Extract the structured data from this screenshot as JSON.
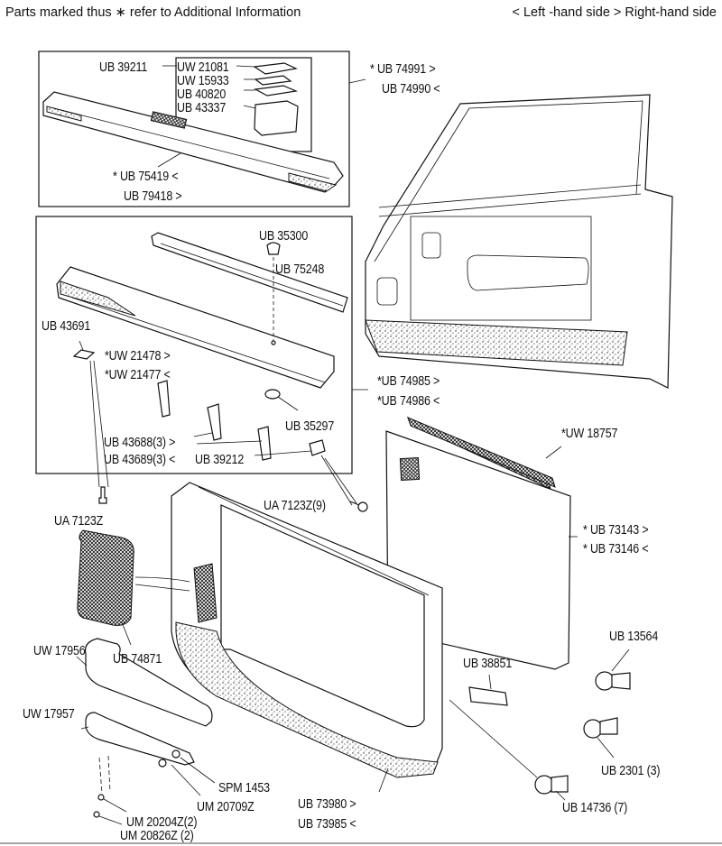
{
  "header": {
    "note": "Parts marked thus ∗ refer to Additional Information",
    "legend": "< Left -hand side   > Right-hand side"
  },
  "groups": {
    "door_capping": {
      "assembly": [
        "* UB 74991 >",
        "UB 74990 <"
      ],
      "capping": [
        "* UB 75419 <",
        "UB 79418 >"
      ],
      "ashtray_base": "UB 39211",
      "ashtray_parts": [
        "UW 21081",
        "UW 15933",
        "UB 40820",
        "UB 43337"
      ]
    },
    "door_trim_upper": {
      "assembly": [
        "*UB 74985 >",
        "*UB 74986 <"
      ],
      "clip_top": "UB 35300",
      "finisher": "UB 75248",
      "clip_left": "UB 43691",
      "trim_strip": [
        "*UW 21478 >",
        "*UW 21477 <"
      ],
      "grommet": "UB 35297",
      "brackets": [
        "UB 43688(3) >",
        "UB 43689(3) <"
      ],
      "bracket_clip": "UB 39212"
    },
    "door_panel": {
      "seal": "*UW 18757",
      "panel": [
        "* UB 73143 >",
        "* UB 73146 <"
      ],
      "screws": "UA 7123Z(9)",
      "screw_single": "UA 7123Z",
      "grille": "UB 74871",
      "trim_lower": [
        "UB 73980 >",
        "UB 73985 <"
      ],
      "escutcheon": "UB 38851"
    },
    "armrest": {
      "pad": "UW 17956",
      "base": "UW 17957",
      "screw": "SPM 1453",
      "washer": "UM 20709Z",
      "nut": "UM 20204Z(2)",
      "bolt": "UM 20826Z (2)"
    },
    "fixings": {
      "clip_a": "UB 13564",
      "clip_b": "UB 2301 (3)",
      "clip_c": "UB 14736 (7)"
    }
  }
}
